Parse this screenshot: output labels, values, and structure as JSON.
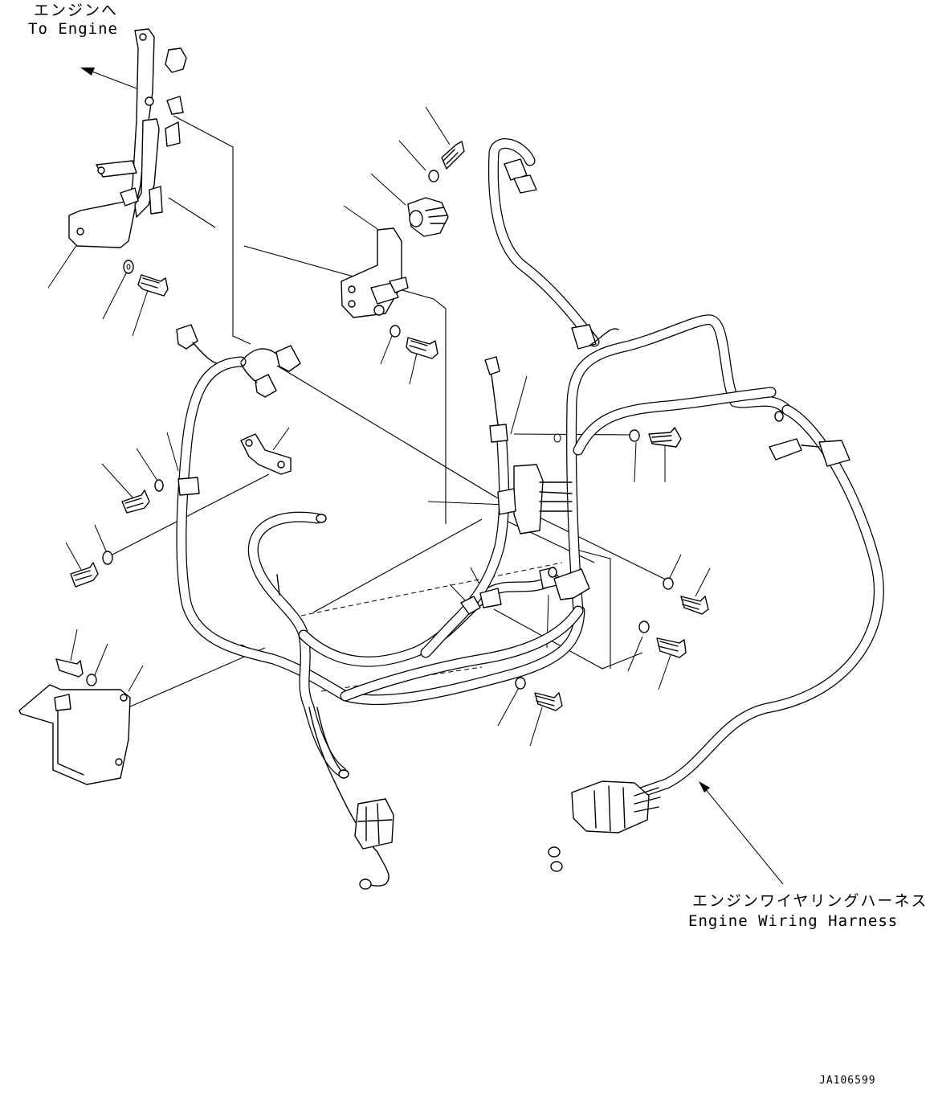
{
  "labels": {
    "to_engine_jp": "エンジンへ",
    "to_engine_en": "To Engine",
    "harness_jp": "エンジンワイヤリングハーネス",
    "harness_en": "Engine Wiring Harness",
    "drawing_code": "JA106599"
  }
}
